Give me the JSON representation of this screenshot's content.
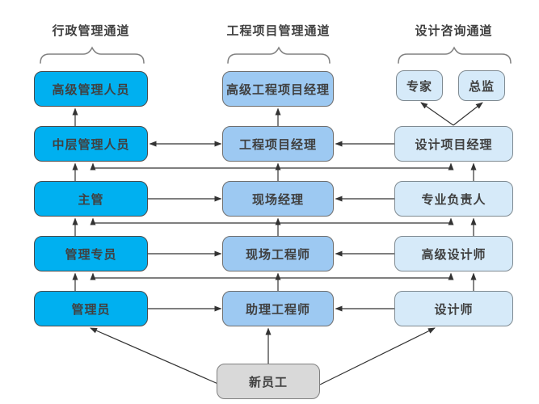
{
  "channels": [
    {
      "title": "行政管理通道",
      "levels": [
        "高级管理人员",
        "中层管理人员",
        "主管",
        "管理专员",
        "管理员"
      ]
    },
    {
      "title": "工程项目管理通道",
      "levels": [
        "高级工程项目经理",
        "工程项目经理",
        "现场经理",
        "现场工程师",
        "助理工程师"
      ]
    },
    {
      "title": "设计咨询通道",
      "apex": [
        "专家",
        "总监"
      ],
      "levels": [
        "设计项目经理",
        "专业负责人",
        "高级设计师",
        "设计师"
      ]
    }
  ],
  "entry_label": "新员工",
  "colors": {
    "admin_box": "#00B0F0",
    "project_box": "#9DC9F2",
    "design_box": "#D6EAF9",
    "entry_box": "#D9D9D9",
    "box_text": "#404040",
    "arrow": "#333333",
    "brace": "#808080"
  }
}
